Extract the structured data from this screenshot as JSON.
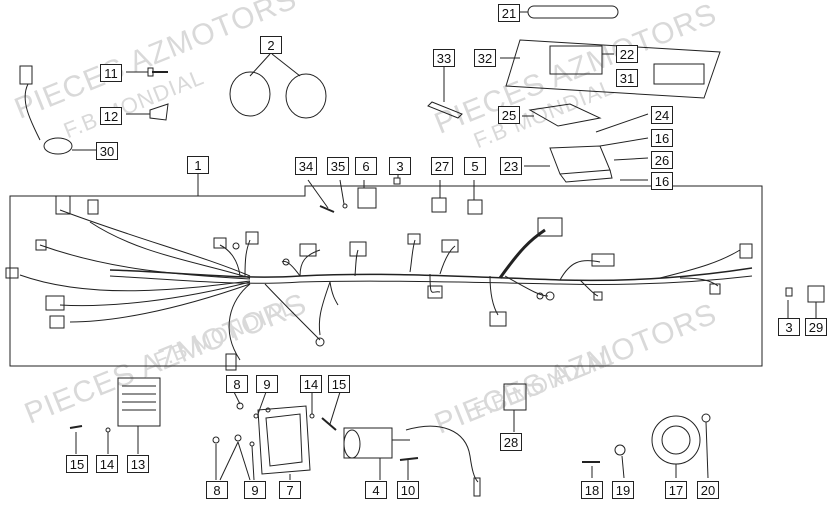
{
  "watermark": {
    "line1": "PIECES AZMOTORS",
    "line2": "F.B MONDIAL"
  },
  "callouts": {
    "c1": "1",
    "c2": "2",
    "c3a": "3",
    "c3b": "3",
    "c4": "4",
    "c5": "5",
    "c6": "6",
    "c7": "7",
    "c8a": "8",
    "c8b": "8",
    "c9a": "9",
    "c9b": "9",
    "c10": "10",
    "c11": "11",
    "c12": "12",
    "c13": "13",
    "c14a": "14",
    "c14b": "14",
    "c15a": "15",
    "c15b": "15",
    "c16a": "16",
    "c16b": "16",
    "c17": "17",
    "c18": "18",
    "c19": "19",
    "c20": "20",
    "c21": "21",
    "c22": "22",
    "c23": "23",
    "c24": "24",
    "c25": "25",
    "c26": "26",
    "c27": "27",
    "c28": "28",
    "c29": "29",
    "c30": "30",
    "c31": "31",
    "c32": "32",
    "c33": "33",
    "c34": "34",
    "c35": "35"
  }
}
